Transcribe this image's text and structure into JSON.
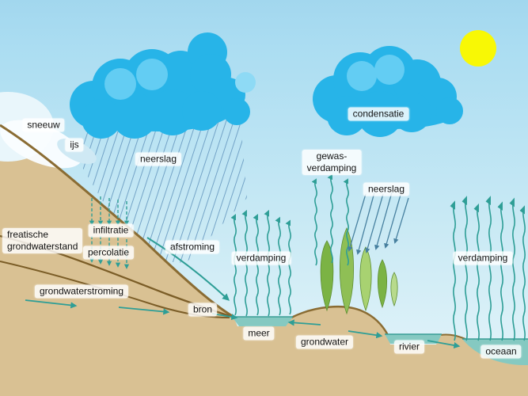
{
  "diagram": {
    "labels": {
      "sneeuw": "sneeuw",
      "ijs": "ijs",
      "neerslag_left": "neerslag",
      "condensatie": "condensatie",
      "gewas_line1": "gewas-",
      "gewas_line2": "verdamping",
      "neerslag_right": "neerslag",
      "freatische_line1": "freatische",
      "freatische_line2": "grondwaterstand",
      "infiltratie": "infiltratie",
      "percolatie": "percolatie",
      "afstroming": "afstroming",
      "verdamping_meer": "verdamping",
      "verdamping_oceaan": "verdamping",
      "grondwaterstroming": "grondwaterstroming",
      "bron": "bron",
      "meer": "meer",
      "grondwater": "grondwater",
      "rivier": "rivier",
      "oceaan": "oceaan"
    },
    "colors": {
      "sky_top": "#a2d7ee",
      "sky_bottom": "#e6f5fa",
      "cloud_blue": "#27b4e8",
      "cloud_highlight": "#63cdf3",
      "sun_yellow": "#f8f805",
      "sand": "#d9c193",
      "earth_line_brown": "#8a6c33",
      "water_teal": "#85c9c1",
      "arrow_teal": "#2e9e96",
      "tree_green": "#7bb344",
      "rain_blue": "#6b9cc2"
    }
  }
}
